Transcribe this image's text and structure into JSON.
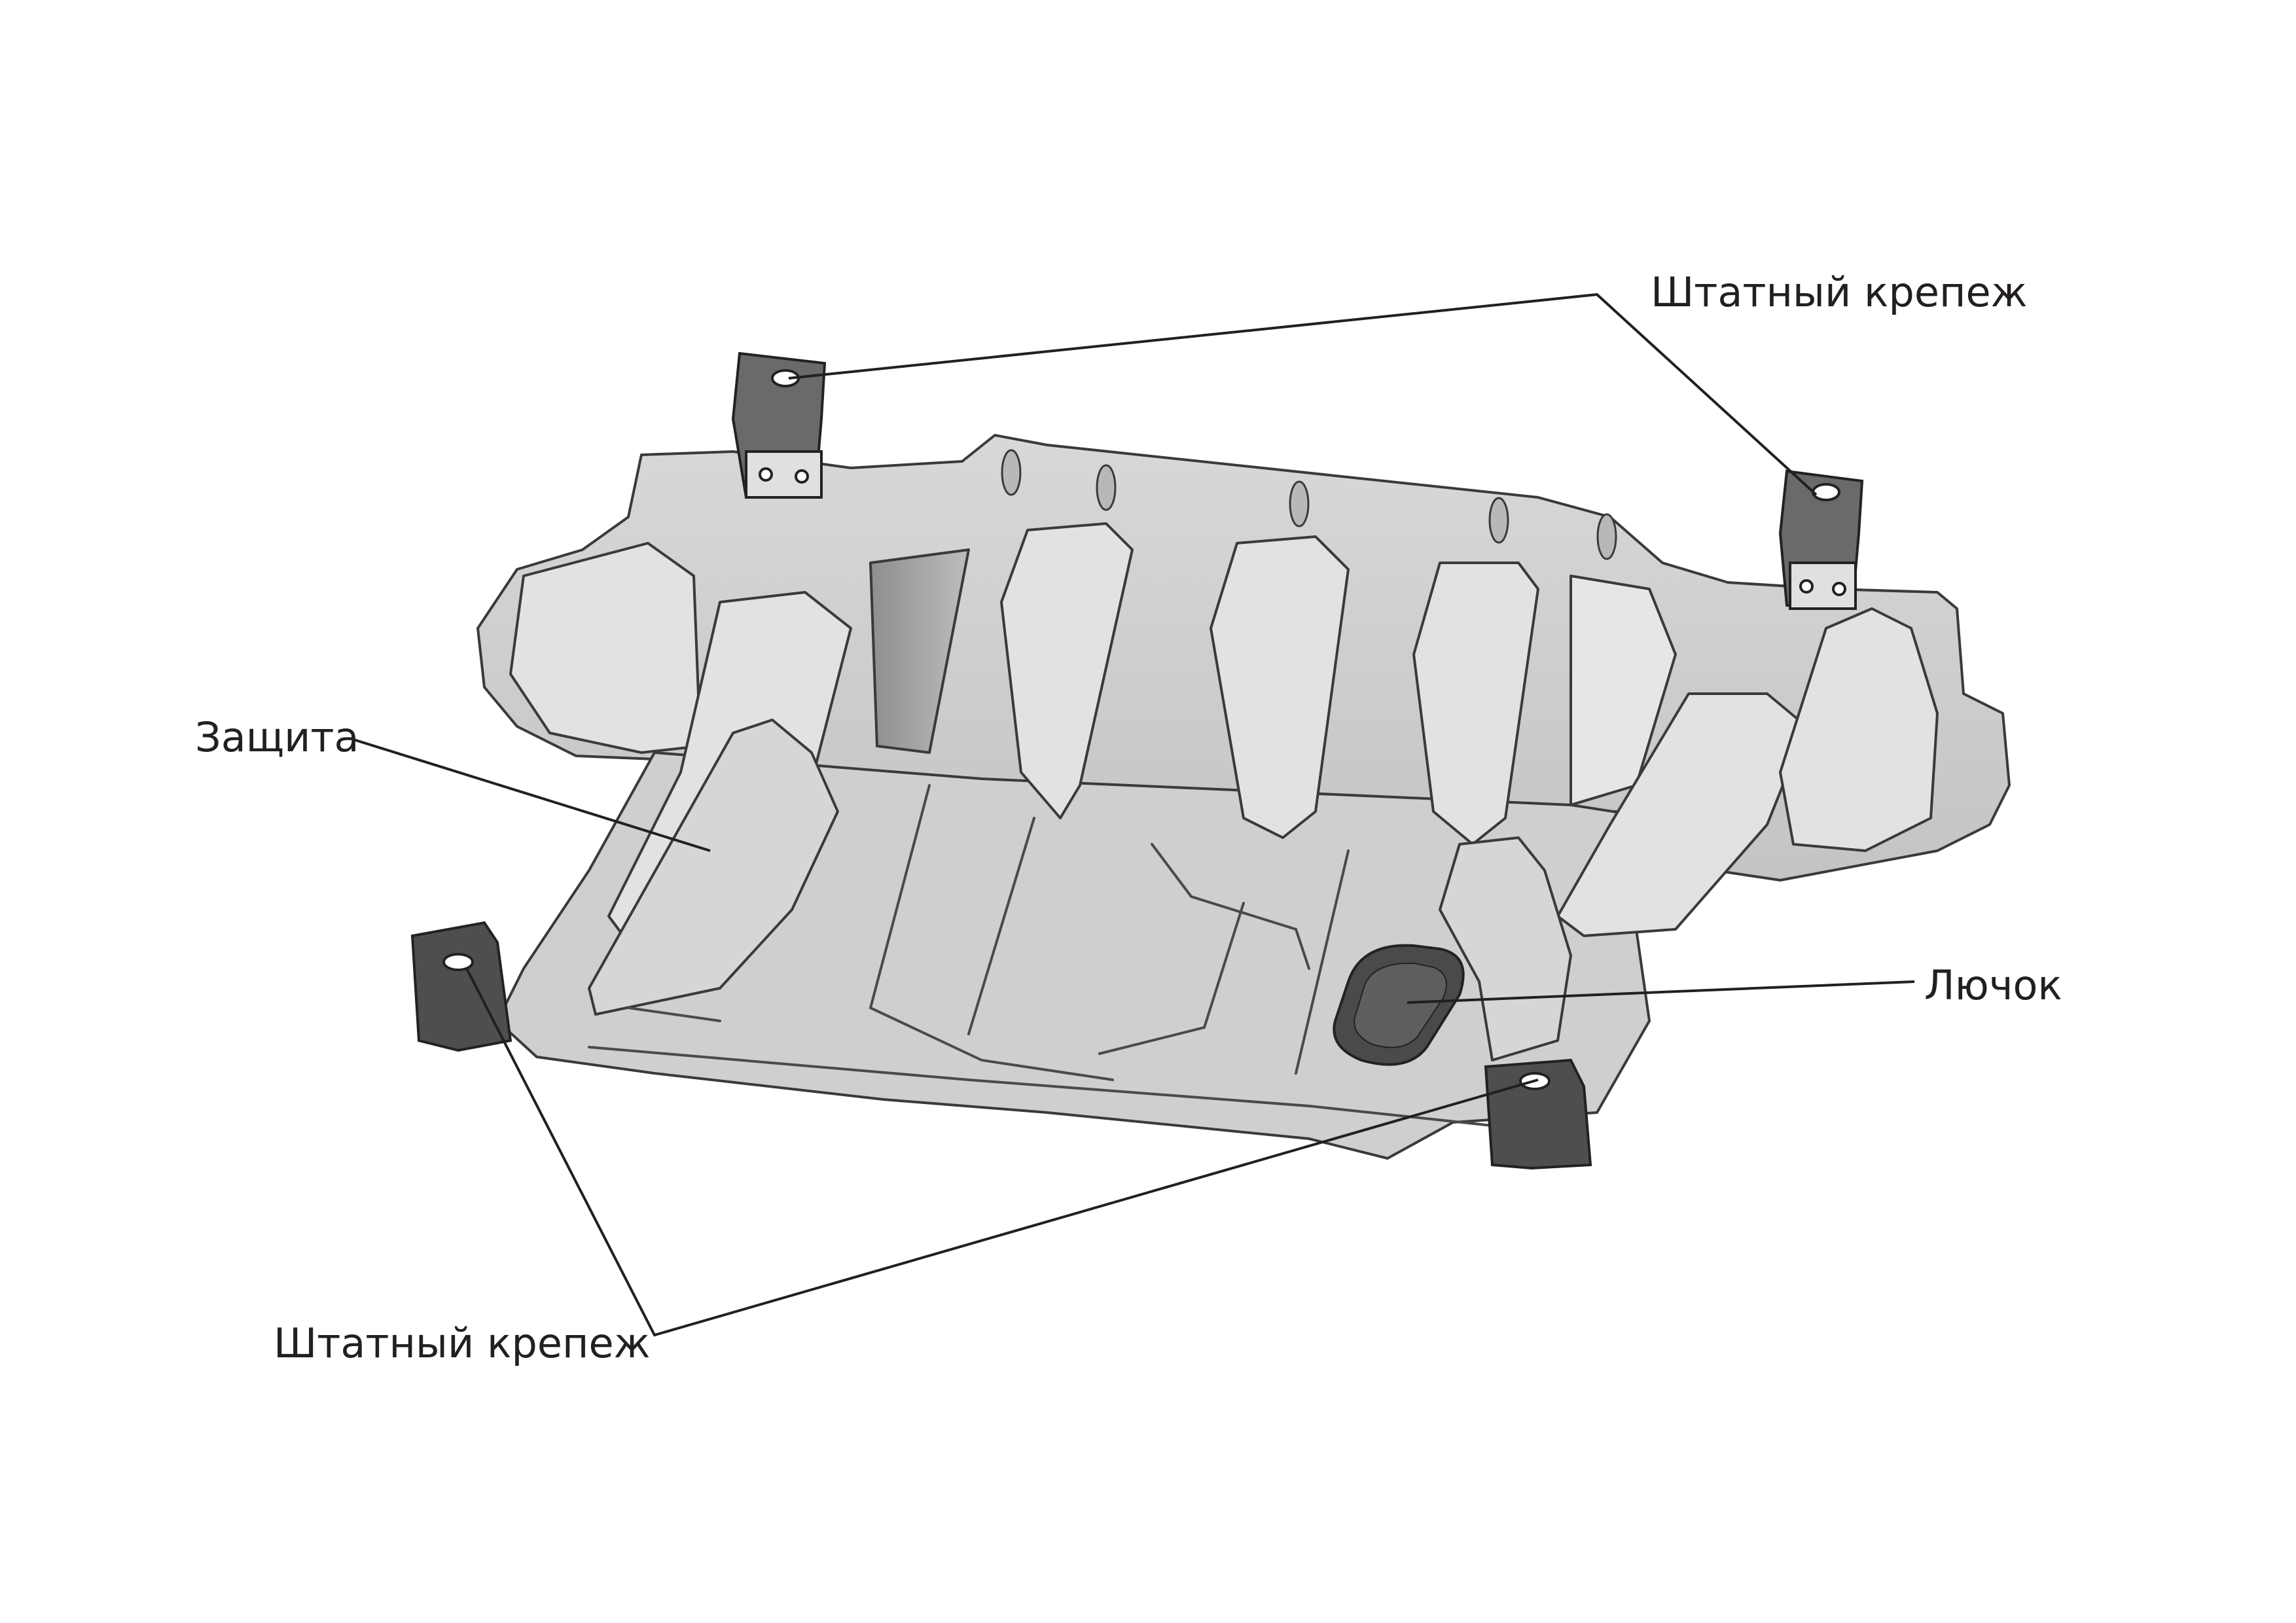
{
  "labels": {
    "top_fastener": "Штатный крепеж",
    "shield": "Защита",
    "hatch": "Лючок",
    "bottom_fastener": "Штатный крепеж"
  },
  "colors": {
    "background": "#ffffff",
    "plate": "#c8c8c8",
    "plate_light": "#dcdcdc",
    "plate_dark": "#9a9a9a",
    "outline": "#3a3a3a",
    "bracket": "#5a5a5a",
    "hatch": "#4a4a4a",
    "leader": "#231f20"
  }
}
